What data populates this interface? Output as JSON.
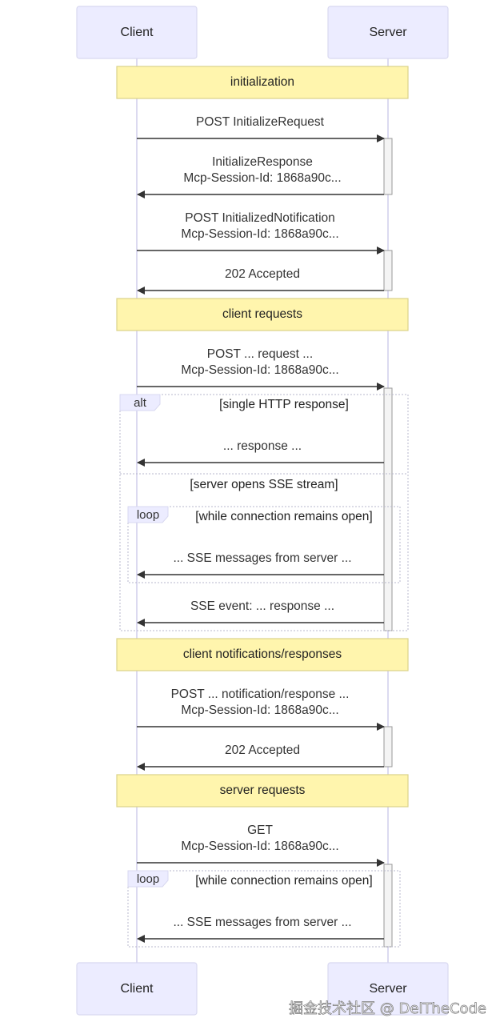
{
  "participants": {
    "client": "Client",
    "server": "Server"
  },
  "notes": {
    "initialization": "initialization",
    "client_requests": "client requests",
    "client_notifications": "client notifications/responses",
    "server_requests": "server requests"
  },
  "messages": {
    "m1": "POST InitializeRequest",
    "m2_l1": "InitializeResponse",
    "m2_l2": "Mcp-Session-Id: 1868a90c...",
    "m3_l1": "POST InitializedNotification",
    "m3_l2": "Mcp-Session-Id: 1868a90c...",
    "m4": "202 Accepted",
    "m5_l1": "POST ... request ...",
    "m5_l2": "Mcp-Session-Id: 1868a90c...",
    "m6": "... response ...",
    "m7": "... SSE messages from server ...",
    "m8": "SSE event: ... response ...",
    "m9_l1": "POST ... notification/response ...",
    "m9_l2": "Mcp-Session-Id: 1868a90c...",
    "m10": "202 Accepted",
    "m11_l1": "GET",
    "m11_l2": "Mcp-Session-Id: 1868a90c...",
    "m12": "... SSE messages from server ..."
  },
  "frames": {
    "alt_label": "alt",
    "alt_cond": "[single HTTP response]",
    "else_cond": "[server opens SSE stream]",
    "loop1_label": "loop",
    "loop1_cond": "[while connection remains open]",
    "loop2_label": "loop",
    "loop2_cond": "[while connection remains open]"
  },
  "watermark": "掘金技术社区 @ DelTheCode"
}
